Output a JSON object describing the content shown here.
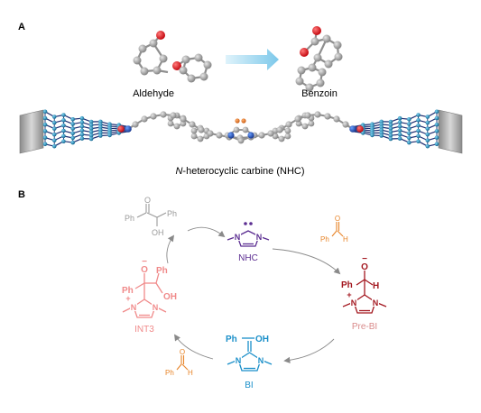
{
  "panel_a": {
    "label": "A",
    "reactant_label": "Aldehyde",
    "product_label": "Benzoin",
    "caption_italic": "N",
    "caption_rest": "-heterocyclic carbine (NHC)"
  },
  "panel_b": {
    "label": "B",
    "benzoin": {
      "ph1": "Ph",
      "ph2": "Ph",
      "o": "O",
      "oh": "OH"
    },
    "nhc": {
      "label": "NHC",
      "n1": "N",
      "n2": "N",
      "color": "#5b2d91"
    },
    "aldehyde_top": {
      "ph": "Ph",
      "o": "O",
      "h": "H",
      "color": "#e8852a"
    },
    "pre_bi": {
      "label": "Pre-BI",
      "ph": "Ph",
      "o": "O",
      "minus": "−",
      "h": "H",
      "plus": "+",
      "n1": "N",
      "n2": "N",
      "color": "#a3171f",
      "label_color": "#d98a8a"
    },
    "bi": {
      "label": "BI",
      "ph": "Ph",
      "oh": "OH",
      "n1": "N",
      "n2": "N",
      "color": "#1a8fc9"
    },
    "aldehyde_bottom": {
      "ph": "Ph",
      "o": "O",
      "h": "H",
      "color": "#e8852a"
    },
    "int3": {
      "label": "INT3",
      "ph1": "Ph",
      "ph2": "Ph",
      "o": "O",
      "minus": "−",
      "oh": "OH",
      "plus": "+",
      "n1": "N",
      "n2": "N",
      "color": "#f08a8a"
    }
  },
  "colors": {
    "oxygen": "#e0141a",
    "nitrogen": "#1f4fa8",
    "carbon": "#9a9a9a",
    "electrode": "#a5a5a5",
    "arrow": "#8fd3ee",
    "grey_struct": "#9a9a9a"
  }
}
